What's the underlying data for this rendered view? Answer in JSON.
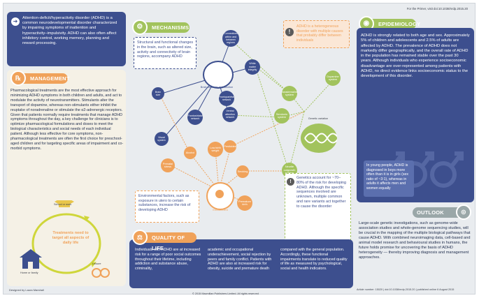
{
  "citation": "For the Primer, visit doi:10.1038/nrdp.2015.20",
  "intro_text": "Attention-deficit/hyperactivity disorder (ADHD) is a common neurodevelopmental disorder characterized by impairing symptoms of inattention and hyperactivity–impulsivity. ADHD can also often affect inhibitory control, working memory, planning and reward processing.",
  "management": {
    "title": "MANAGEMENT",
    "text": "Pharmacological treatments are the most effective approach for minimizing ADHD symptoms in both children and adults, and act to modulate the activity of neurotransmitters. Stimulants alter the transport of dopamine, whereas non-stimulants either inhibit the reuptake of noradrenaline or stimulate the α2-adrenergic receptors. Given that patients normally require treatments that manage ADHD symptoms throughout the day, a key challenge for clinicians is to optimize pharmacological formulations and doses to meet the biological characteristics and social needs of each individual patient. Although less effective for core symptoms, non-pharmacological treatments are often the first choice for preschool-aged children and for targeting specific areas of impairment and co-morbid symptoms.",
    "cycle_center": "Treatments need to target all aspects of daily life",
    "cycle_labels": [
      "School or work",
      "Leisure",
      "Home or family"
    ]
  },
  "mechanisms": {
    "title": "MECHANISMS",
    "structural_text": "Structural and functional changes in the brain, such as altered size, activity and connectivity of brain regions, accompany ADHD",
    "heterogeneous_text": "ADHD is a heterogeneous disorder with multiple causes that probably differ between individuals",
    "environment_text": "Environmental factors, such as exposure in utero to certain substances, increase the risk of developing ADHD",
    "genetics_text": "Genetics account for ~70–80% of the risk for developing ADHD. Although the specific sequences involved are unknown, multiple common and rare variants act together to cause the disorder",
    "brain_nodes": [
      "Connectives within and between regions",
      "Brain structure and function",
      "White matter integrity",
      "Dopamine system",
      "Brain size",
      "Frontoparietal network",
      "Noradrenaline system",
      "Ventral attention network",
      "Frontostriatal network",
      "Serotonin system",
      "Visual system",
      "Alcohol",
      "Low birth weight",
      "Pesticides",
      "Genetic variation",
      "Smoking",
      "Neurite outgrowth system",
      "Prenatal stress",
      "Premature birth",
      "Environment"
    ]
  },
  "epidemiology": {
    "title": "EPIDEMIOLOGY",
    "text": "ADHD is strongly related to both age and sex. Approximately 5% of children and adolescents and 2.5% of adults are affected by ADHD. The prevalence of ADHD does not markedly differ geographically, and the overall rate of ADHD in the population has remained stable over the past 30 years. Although individuals who experience socioeconomic disadvantage are over-represented among patients with ADHD, no direct evidence links socioeconomic status to the development of this disorder.",
    "sex_text": "In young people, ADHD is diagnosed in boys more often than it is in girls (sex ratio of ~3:1), whereas in adults it affects men and women equally"
  },
  "quality_of_life": {
    "title": "QUALITY OF LIFE",
    "col1": "Individuals with ADHD are at increased risk for a range of poor social outcomes throughout their lifetime, including addiction and substance abuse, criminality,",
    "col2": "academic and occupational underachievement, social rejection by peers and family conflict. Patients with ADHD are also at increased risk for obesity, suicide and premature death",
    "col3": "compared with the general population. Accordingly, these functional impairments translate to reduced quality of life as measured by psychological, social and health indicators."
  },
  "outlook": {
    "title": "OUTLOOK",
    "text": "Large-scale genetic investigations, such as genome-wide association studies and whole-genome sequencing studies, will be crucial in the mapping of the multiple biological pathways that cause ADHD. With combined neuroimaging data, cell-based and animal model research and behavioural studies in humans, the future holds promise for uncovering the basis of ADHD heterogeneity — thereby improving diagnosis and management approaches."
  },
  "footer": {
    "designer": "Designed by Laura Marshall",
    "article": "Article number: 15020 | doi:10.1038/nrdp.2015.20 | published online 6 August 2015",
    "copyright": "© 2015 Macmillan Publishers Limited. All rights reserved"
  },
  "colors": {
    "navy": "#3d4f8e",
    "orange": "#f0a25a",
    "green": "#a2c35d",
    "gray_teal": "#9aa7a8",
    "panel": "#f5f1e6"
  }
}
